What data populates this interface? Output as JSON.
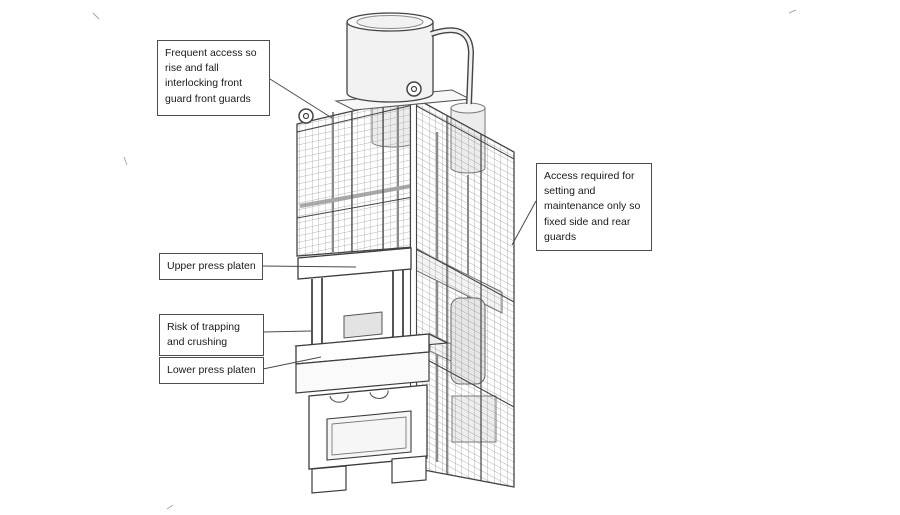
{
  "callouts": [
    {
      "name": "front-guards-note",
      "text": "Frequent access so rise and fall interlocking front guard front guards"
    },
    {
      "name": "side-rear-guards-note",
      "text": "Access required for setting and maintenance only so fixed side and rear guards"
    },
    {
      "name": "upper-platen-label",
      "text": "Upper press platen"
    },
    {
      "name": "trapping-risk-note",
      "text": "Risk of trapping and crushing"
    },
    {
      "name": "lower-platen-label",
      "text": "Lower press platen"
    }
  ],
  "illustration": {
    "subject": "Hydraulic press with mesh safety guards",
    "parts": [
      "oil-tank",
      "hydraulic-pipe",
      "front-mesh-guard",
      "side-mesh-guard",
      "upper-press-platen",
      "lower-press-platen",
      "machine-base"
    ]
  },
  "colors": {
    "line": "#3d3d3d",
    "mesh": "#949494",
    "box_border": "#4d4d4d",
    "background": "#ffffff"
  }
}
